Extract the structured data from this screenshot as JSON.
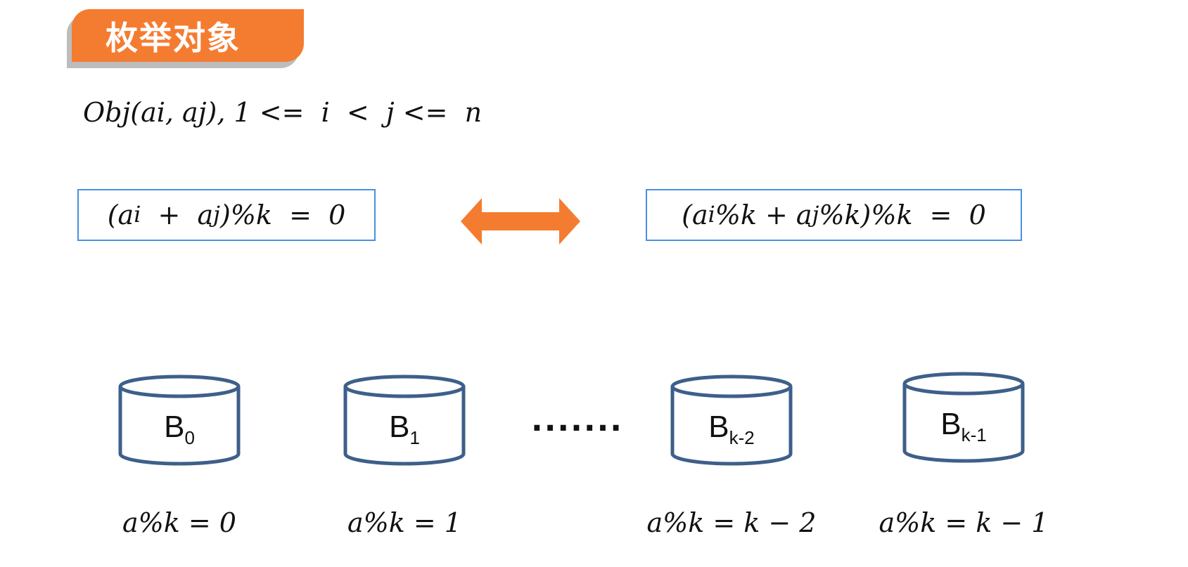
{
  "title": "枚举对象",
  "constraint": "Obj(ai, aj), 1 <=  i  <  j <=  n",
  "left_expr": {
    "open": "(",
    "a1": "a",
    "sub1": "i",
    "plus": "  +  ",
    "a2": "a",
    "sub2": "j",
    "rest": ")%k  =  0"
  },
  "right_expr": {
    "open": "(",
    "a1": "a",
    "sub1": "i",
    "mid": "%k + ",
    "a2": "a",
    "sub2": "j",
    "rest": "%k)%k  =  0"
  },
  "ellipsis": ".......",
  "buckets": [
    {
      "main": "B",
      "sub": "0",
      "caption": "a%k = 0"
    },
    {
      "main": "B",
      "sub": "1",
      "caption": "a%k = 1"
    },
    {
      "main": "B",
      "sub": "k-2",
      "caption": "a%k = k − 2"
    },
    {
      "main": "B",
      "sub": "k-1",
      "caption": "a%k = k − 1"
    }
  ],
  "colors": {
    "accent": "#F47C30",
    "box_border": "#4A90E2",
    "bucket_stroke": "#3E5F8A"
  },
  "icons": {
    "equivalence": "double-arrow-icon",
    "bucket": "cylinder-icon"
  }
}
